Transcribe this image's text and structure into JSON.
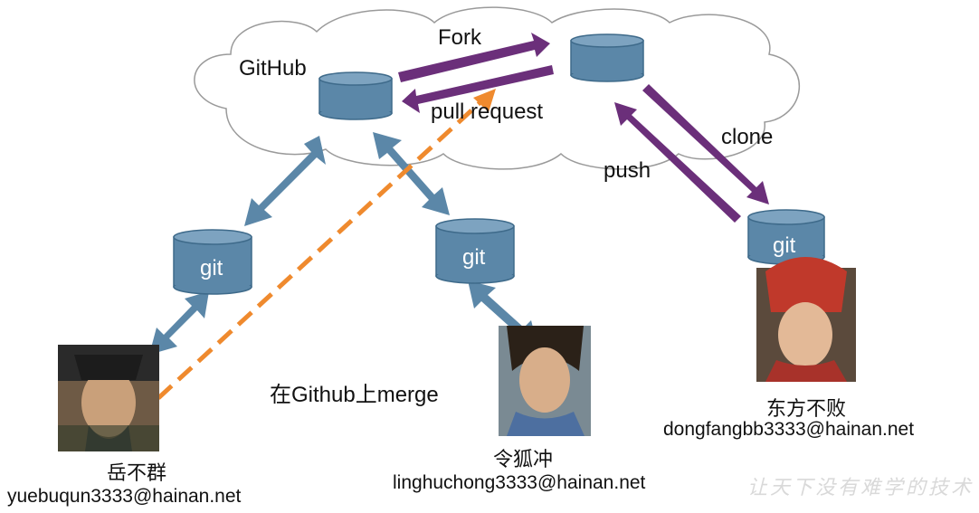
{
  "cloud": {
    "label": "GitHub"
  },
  "arrows": {
    "fork": "Fork",
    "pull_request": "pull request",
    "clone": "clone",
    "push": "push"
  },
  "repos": {
    "local": "git"
  },
  "merge_note": "在Github上merge",
  "people": [
    {
      "name": "岳不群",
      "email": "yuebuqun3333@hainan.net"
    },
    {
      "name": "令狐冲",
      "email": "linghuchong3333@hainan.net"
    },
    {
      "name": "东方不败",
      "email": "dongfangbb3333@hainan.net"
    }
  ],
  "watermark": "让天下没有难学的技术",
  "colors": {
    "cylinder": "#5b87a8",
    "cylinder_top": "#7da3c0",
    "purple": "#6b2f7a",
    "blue_arrow": "#5b87a8",
    "orange": "#ef8a2e"
  }
}
